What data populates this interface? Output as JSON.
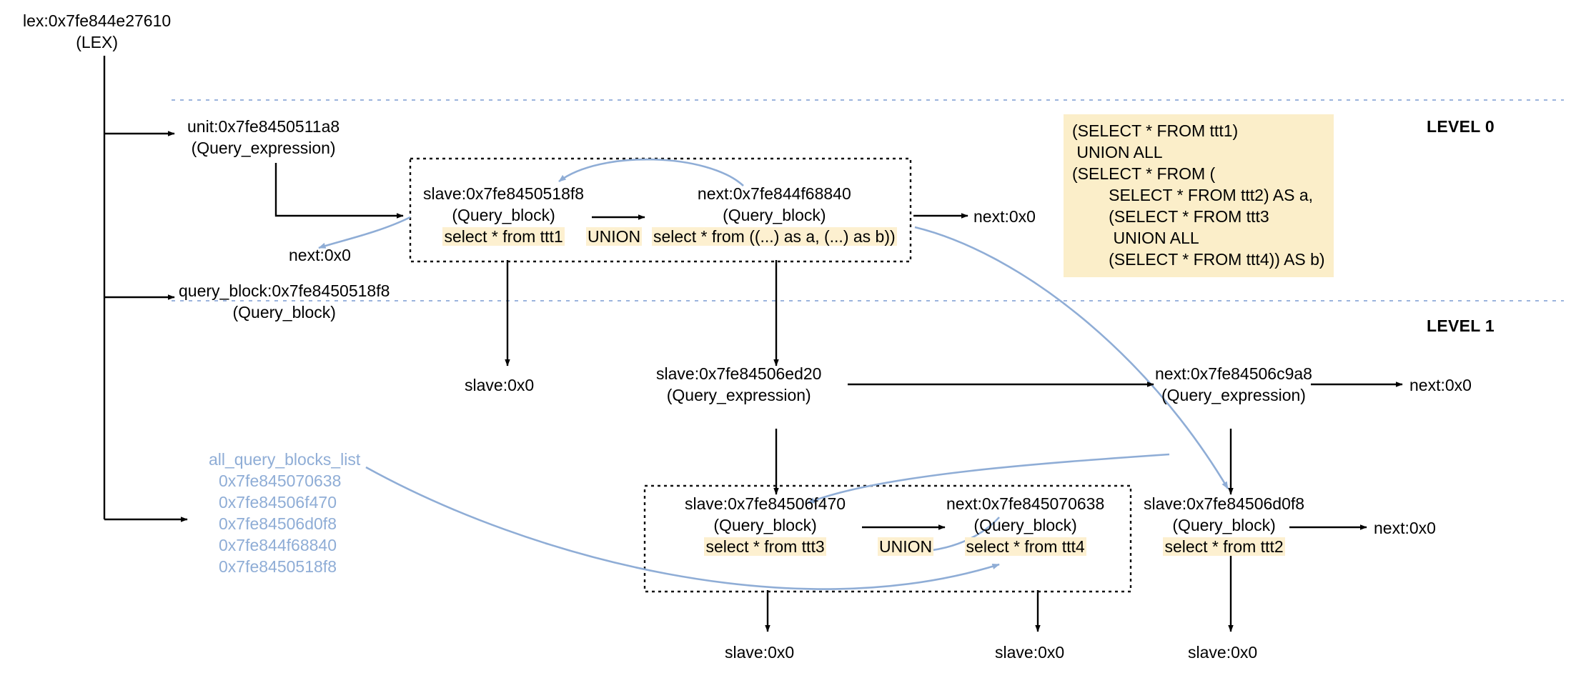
{
  "diagram": {
    "title": "MySQL LEX query expression / query block pointer graph",
    "levels": [
      {
        "id": "level0",
        "label": "LEVEL 0"
      },
      {
        "id": "level1",
        "label": "LEVEL 1"
      }
    ],
    "root": {
      "pointer": "lex:0x7fe844e27610",
      "type": "(LEX)"
    },
    "lex_members": [
      {
        "pointer": "unit:0x7fe8450511a8",
        "type": "(Query_expression)"
      },
      {
        "pointer": "query_block:0x7fe8450518f8",
        "type": "(Query_block)"
      }
    ],
    "all_query_blocks_list": {
      "header": "all_query_blocks_list",
      "items": [
        "0x7fe845070638",
        "0x7fe84506f470",
        "0x7fe84506d0f8",
        "0x7fe844f68840",
        "0x7fe8450518f8"
      ]
    },
    "sql_box": {
      "lines": [
        "(SELECT * FROM ttt1)",
        " UNION ALL",
        "(SELECT * FROM (",
        "        SELECT * FROM ttt2) AS a,",
        "        (SELECT * FROM ttt3",
        "         UNION ALL",
        "        (SELECT * FROM ttt4)) AS b)"
      ]
    },
    "nodes": {
      "qb_ttt1": {
        "pointer": "slave:0x7fe8450518f8",
        "type": "(Query_block)",
        "sql": "select * from ttt1"
      },
      "qb_union_outer": {
        "pointer": "next:0x7fe844f68840",
        "type": "(Query_block)",
        "sql": "select * from ((...) as a, (...) as b))"
      },
      "qb_ttt3": {
        "pointer": "slave:0x7fe84506f470",
        "type": "(Query_block)",
        "sql": "select * from ttt3"
      },
      "qb_ttt4": {
        "pointer": "next:0x7fe845070638",
        "type": "(Query_block)",
        "sql": "select * from ttt4"
      },
      "qb_ttt2": {
        "pointer": "slave:0x7fe84506d0f8",
        "type": "(Query_block)",
        "sql": "select * from ttt2"
      },
      "qe_slave_ed20": {
        "pointer": "slave:0x7fe84506ed20",
        "type": "(Query_expression)"
      },
      "qe_next_c9a8": {
        "pointer": "next:0x7fe84506c9a8",
        "type": "(Query_expression)"
      }
    },
    "union_labels": {
      "level0": "UNION",
      "level1": "UNION"
    },
    "null_labels": {
      "next_left_l0": "next:0x0",
      "next_right_l0": "next:0x0",
      "slave_ttt1": "slave:0x0",
      "next_qe_c9a8": "next:0x0",
      "next_ttt2": "next:0x0",
      "slave_ttt3": "slave:0x0",
      "slave_ttt4": "slave:0x0",
      "slave_ttt2": "slave:0x0"
    },
    "colors": {
      "highlight": "#fdf0d0",
      "sql_box_bg": "#fbeec9",
      "pointer_blue": "#8fadd6",
      "separator": "#9bb4dd",
      "edge_black": "#000000"
    }
  }
}
